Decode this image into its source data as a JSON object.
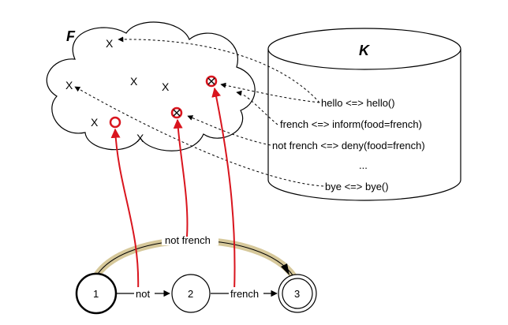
{
  "figure": {
    "f_label": "F",
    "k_label": "K",
    "f_marks": [
      "X",
      "X",
      "X",
      "X",
      "X",
      "X"
    ],
    "k_rules": [
      "hello <=> hello()",
      "french <=> inform(food=french)",
      "not french <=> deny(food=french)",
      "...",
      "bye <=> bye()"
    ],
    "states": [
      "1",
      "2",
      "3"
    ],
    "transitions": {
      "t12": "not",
      "t23": "french",
      "t13": "not french"
    }
  },
  "colors": {
    "arrow": "#d9151e",
    "arc": "#d6c89a",
    "stroke": "#000000"
  }
}
